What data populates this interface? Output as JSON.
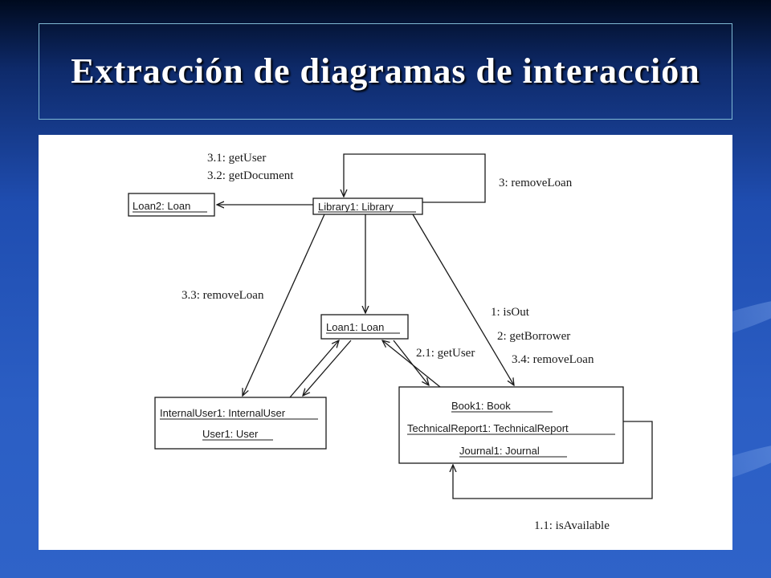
{
  "slide": {
    "title": "Extracción de diagramas de interacción"
  },
  "diagram": {
    "objects": {
      "library": "Library1: Library",
      "loan2": "Loan2: Loan",
      "loan1": "Loan1: Loan",
      "internal_user": "InternalUser1: InternalUser",
      "user": "User1: User",
      "book": "Book1: Book",
      "technical_report": "TechnicalReport1: TechnicalReport",
      "journal": "Journal1: Journal"
    },
    "messages": {
      "get_user_31": "3.1: getUser",
      "get_document_32": "3.2: getDocument",
      "remove_loan_3": "3: removeLoan",
      "remove_loan_33": "3.3: removeLoan",
      "is_out_1": "1: isOut",
      "get_borrower_2": "2: getBorrower",
      "remove_loan_34": "3.4: removeLoan",
      "get_user_21": "2.1: getUser",
      "is_available_11": "1.1: isAvailable"
    }
  },
  "colors": {
    "title_text": "#ffffff",
    "title_border": "#7fb9d4",
    "panel_bg": "#ffffff",
    "ink": "#1a1a1a"
  }
}
